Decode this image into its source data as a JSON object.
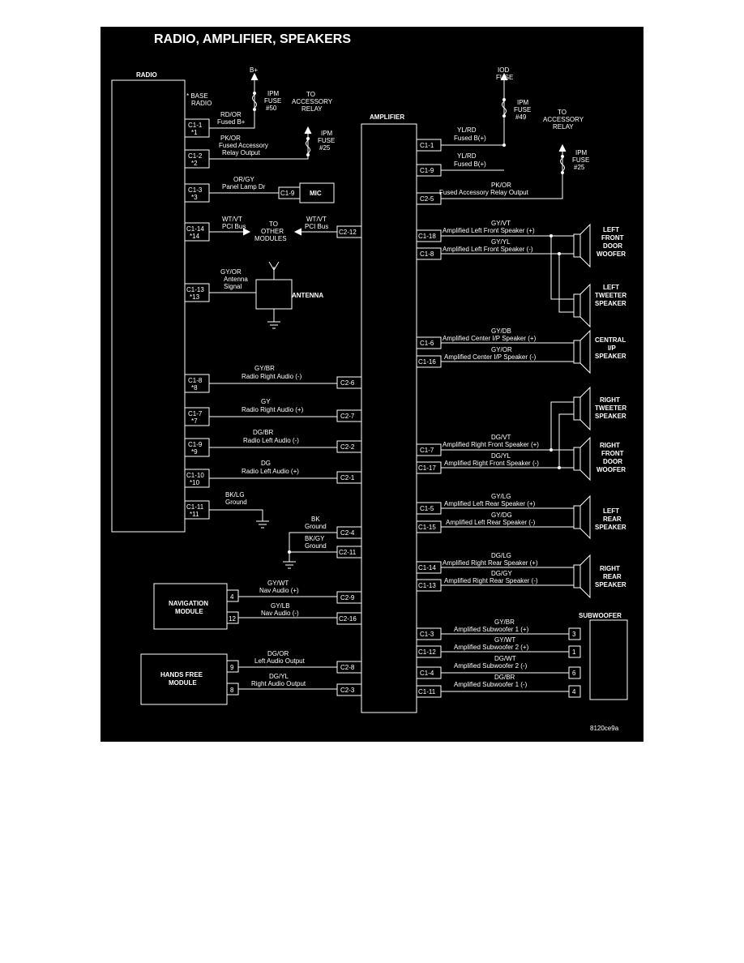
{
  "title": "RADIO, AMPLIFIER, SPEAKERS",
  "figure_id": "8120ce9a",
  "radio": {
    "label": "RADIO",
    "note": [
      "* BASE",
      "RADIO"
    ],
    "pins": [
      [
        "C1-1",
        "*1"
      ],
      [
        "C1-2",
        "*2"
      ],
      [
        "C1-3",
        "*3"
      ],
      [
        "C1-14",
        "*14"
      ],
      [
        "C1-13",
        "*13"
      ],
      [
        "C1-8",
        "*8"
      ],
      [
        "C1-7",
        "*7"
      ],
      [
        "C1-9",
        "*9"
      ],
      [
        "C1-10",
        "*10"
      ],
      [
        "C1-11",
        "*11"
      ]
    ]
  },
  "power": {
    "b_plus": "B+",
    "fuse50": [
      "IPM",
      "FUSE",
      "#50"
    ],
    "acc_relay": [
      "TO",
      "ACCESSORY",
      "RELAY"
    ],
    "fuse25": [
      "IPM",
      "FUSE",
      "#25"
    ],
    "iod_fuse": [
      "IOD",
      "FUSE"
    ],
    "fuse49": [
      "IPM",
      "FUSE",
      "#49"
    ],
    "amp_relay": [
      "TO",
      "ACCESSORY",
      "RELAY"
    ],
    "amp_fuse25": [
      "IPM",
      "FUSE",
      "#25"
    ]
  },
  "radio_wires": {
    "w1": [
      "RD/OR",
      "Fused B+"
    ],
    "w2": [
      "PK/OR",
      "Fused Accessory",
      "Relay Output"
    ],
    "w3": [
      "OR/GY",
      "Panel Lamp Dr"
    ],
    "w14": [
      "WT/VT",
      "PCI Bus"
    ],
    "w13": [
      "GY/OR",
      "Antenna",
      "Signal"
    ],
    "w8": [
      "GY/BR",
      "Radio Right Audio (-)"
    ],
    "w7": [
      "GY",
      "Radio Right Audio (+)"
    ],
    "w9": [
      "DG/BR",
      "Radio Left Audio (-)"
    ],
    "w10": [
      "DG",
      "Radio Left Audio (+)"
    ],
    "w11": [
      "BK/LG",
      "Ground"
    ]
  },
  "mic": {
    "label": "MIC",
    "pin": "C1-9"
  },
  "antenna": {
    "label": "ANTENNA"
  },
  "other_modules": [
    "TO",
    "OTHER",
    "MODULES"
  ],
  "amp_pci": [
    "WT/VT",
    "PCI Bus"
  ],
  "amplifier": {
    "label": "AMPLIFIER",
    "left_pins": [
      "C2-12",
      "C2-6",
      "C2-7",
      "C2-2",
      "C2-1",
      "C2-4",
      "C2-11",
      "C2-9",
      "C2-16",
      "C2-8",
      "C2-3"
    ],
    "right_pins": [
      "C1-1",
      "C1-9",
      "C2-5",
      "C1-18",
      "C1-8",
      "C1-6",
      "C1-16",
      "C1-7",
      "C1-17",
      "C1-5",
      "C1-15",
      "C1-14",
      "C1-13",
      "C1-3",
      "C1-12",
      "C1-4",
      "C1-11"
    ]
  },
  "amp_power_wires": {
    "c11": [
      "YL/RD",
      "Fused B(+)"
    ],
    "c19": [
      "YL/RD",
      "Fused B(+)"
    ],
    "c25": [
      "PK/OR",
      "Fused Accessory Relay Output"
    ]
  },
  "grounds": {
    "c24": [
      "BK",
      "Ground"
    ],
    "c211": [
      "BK/GY",
      "Ground"
    ]
  },
  "nav": {
    "label": [
      "NAVIGATION",
      "MODULE"
    ],
    "pins": [
      "4",
      "12"
    ],
    "w1": [
      "GY/WT",
      "Nav Audio (+)"
    ],
    "w2": [
      "GY/LB",
      "Nav Audio (-)"
    ]
  },
  "hf": {
    "label": [
      "HANDS FREE",
      "MODULE"
    ],
    "pins": [
      "9",
      "8"
    ],
    "w1": [
      "DG/OR",
      "Left Audio Output"
    ],
    "w2": [
      "DG/YL",
      "Right Audio Output"
    ]
  },
  "speaker_wires": [
    [
      "GY/VT",
      "Amplified Left Front Speaker (+)"
    ],
    [
      "GY/YL",
      "Amplified Left Front Speaker (-)"
    ],
    [
      "GY/DB",
      "Amplified Center I/P Speaker (+)"
    ],
    [
      "GY/OR",
      "Amplified Center I/P Speaker (-)"
    ],
    [
      "DG/VT",
      "Amplified Right Front Speaker (+)"
    ],
    [
      "DG/YL",
      "Amplified Right Front Speaker (-)"
    ],
    [
      "GY/LG",
      "Amplified Left Rear Speaker (+)"
    ],
    [
      "GY/DG",
      "Amplified Left Rear Speaker (-)"
    ],
    [
      "DG/LG",
      "Amplified Right Rear Speaker (+)"
    ],
    [
      "DG/GY",
      "Amplified Right Rear Speaker (-)"
    ],
    [
      "GY/BR",
      "Amplified Subwoofer 1 (+)"
    ],
    [
      "GY/WT",
      "Amplified Subwoofer 2 (+)"
    ],
    [
      "DG/WT",
      "Amplified Subwoofer 2 (-)"
    ],
    [
      "DG/BR",
      "Amplified Subwoofer 1 (-)"
    ]
  ],
  "speakers": {
    "lf_woofer": [
      "LEFT",
      "FRONT",
      "DOOR",
      "WOOFER"
    ],
    "lt_tweeter": [
      "LEFT",
      "TWEETER",
      "SPEAKER"
    ],
    "central": [
      "CENTRAL",
      "I/P",
      "SPEAKER"
    ],
    "rt_tweeter": [
      "RIGHT",
      "TWEETER",
      "SPEAKER"
    ],
    "rf_woofer": [
      "RIGHT",
      "FRONT",
      "DOOR",
      "WOOFER"
    ],
    "lr": [
      "LEFT",
      "REAR",
      "SPEAKER"
    ],
    "rr": [
      "RIGHT",
      "REAR",
      "SPEAKER"
    ]
  },
  "subwoofer": {
    "label": "SUBWOOFER",
    "pins": [
      "3",
      "1",
      "6",
      "4"
    ]
  }
}
